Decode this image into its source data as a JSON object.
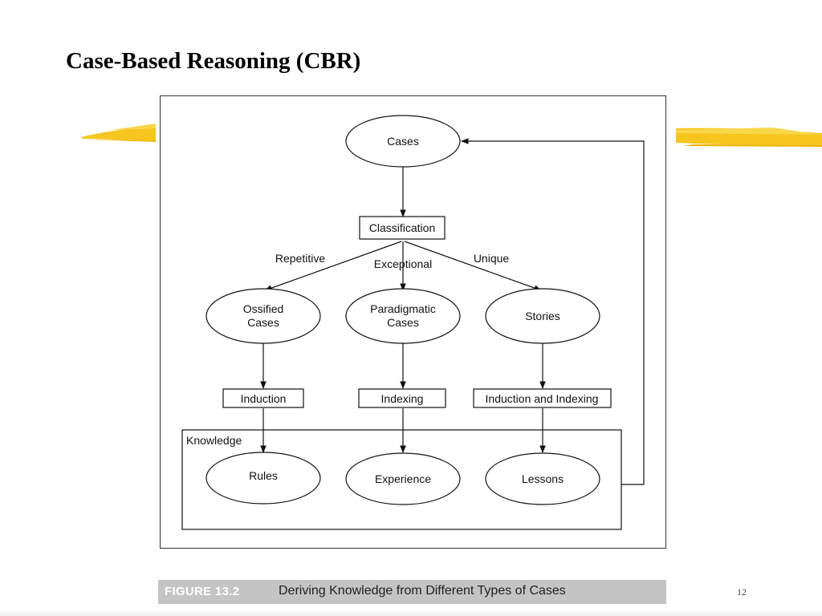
{
  "slide": {
    "title": "Case-Based Reasoning (CBR)",
    "page_number": "12"
  },
  "figure": {
    "caption_number": "FIGURE 13.2",
    "caption_text": "Deriving Knowledge from Different Types of Cases",
    "nodes": {
      "cases": "Cases",
      "classification": "Classification",
      "ossified": [
        "Ossified",
        "Cases"
      ],
      "paradigmatic": [
        "Paradigmatic",
        "Cases"
      ],
      "stories": "Stories",
      "induction": "Induction",
      "indexing": "Indexing",
      "induction_indexing": "Induction and Indexing",
      "knowledge": "Knowledge",
      "rules": "Rules",
      "experience": "Experience",
      "lessons": "Lessons"
    },
    "edge_labels": {
      "repetitive": "Repetitive",
      "exceptional": "Exceptional",
      "unique": "Unique"
    }
  },
  "colors": {
    "accent_brush": "#f5c518"
  }
}
